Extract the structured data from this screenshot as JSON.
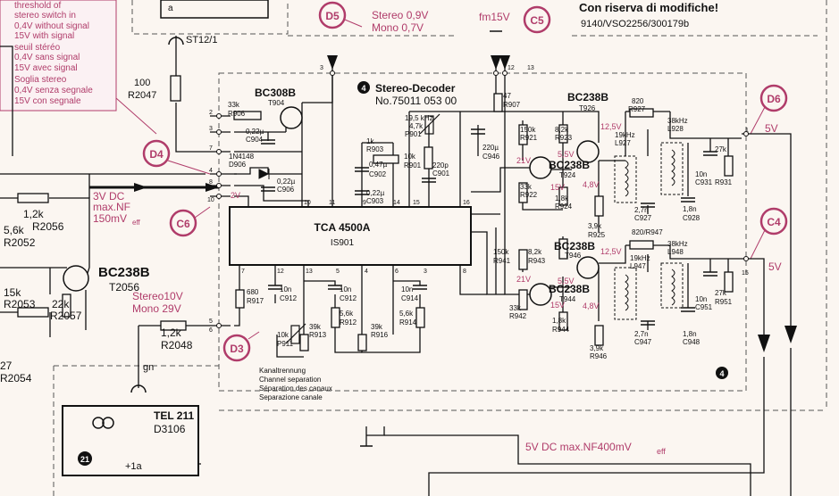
{
  "header": {
    "reserve": "Con riserva di modifiche!",
    "code": "9140/VSO2256/300179b"
  },
  "notes": {
    "line1": "threshold of",
    "line2": "stereo switch in",
    "line3": "0,4V without signal",
    "line4": "15V with signal",
    "line5": "seuil stéréo",
    "line6": "0,4V sans signal",
    "line7": "15V avec signal",
    "line8": "Soglia stereo",
    "line9": "0,4V senza segnale",
    "line10": "15V con segnale"
  },
  "markers": {
    "d5": "D5",
    "c5": "C5",
    "d4": "D4",
    "c6": "C6",
    "d3": "D3",
    "d6": "D6",
    "c4": "C4"
  },
  "annotations": {
    "stereo09": "Stereo 0,9V",
    "mono07": "Mono 0,7V",
    "fm15": "fm15V",
    "dc3v": "3V DC",
    "maxnf": "max.NF",
    "mv150": "150mV",
    "eff": "eff",
    "stereo10": "Stereo10V",
    "mono29": "Mono 29V",
    "v5a": "5V",
    "v5b": "5V",
    "bottom": "5V DC  max.NF400mV",
    "bottom_eff": "eff"
  },
  "decoder": {
    "num": "4",
    "title": "Stereo-Decoder",
    "part": "No.75011 053 00",
    "ic": "TCA 4500A",
    "ic_ref": "IS901",
    "corner": "4"
  },
  "transistors": {
    "t904": {
      "type": "BC308B",
      "ref": "T904"
    },
    "t926": {
      "type": "BC238B",
      "ref": "T926"
    },
    "t924": {
      "type": "BC238B",
      "ref": "T924"
    },
    "t946": {
      "type": "BC238B",
      "ref": "T946"
    },
    "t944": {
      "type": "BC238B",
      "ref": "T944"
    },
    "t2056": {
      "type": "BC238B",
      "ref": "T2056"
    }
  },
  "components": {
    "st12": "ST12/1",
    "r2047v": "100",
    "r2047": "R2047",
    "r906v": "33k",
    "r906": "R906",
    "c904v": "0,22µ",
    "c904": "C904",
    "d906a": "1N4148",
    "d906": "D906",
    "c906v": "0,22µ",
    "c906": "C906",
    "r2056v": "1,2k",
    "r2056": "R2056",
    "r2052v": "5,6k",
    "r2052": "R2052",
    "r2053v": "15k",
    "r2053": "R2053",
    "r2057v": "22k",
    "r2057": "R2057",
    "r2048v": "1,2k",
    "r2048": "R2048",
    "r2054v": "27",
    "r2054": "R2054",
    "gn": "gn",
    "p901f": "19,5 kHz",
    "p901v": "4,7k",
    "p901": "P901",
    "r903v": "1k",
    "r903": "R903",
    "c902v": "0,47µ",
    "c902": "C902",
    "c903v": "0,22µ",
    "c903": "C903",
    "r901v": "10k",
    "r901": "R901",
    "c901v": "220p",
    "c901": "C901",
    "r907v": "47",
    "r907": "R907",
    "c946v": "220µ",
    "c946": "C946",
    "r921v": "150k",
    "r921": "R921",
    "r923v": "8,2k",
    "r923": "R923",
    "r922v": "33k",
    "r922": "R922",
    "r924v": "1,8k",
    "r924": "R924",
    "r925v": "3,9k",
    "r925": "R925",
    "r941v": "150k",
    "r941": "R941",
    "r943v": "8,2k",
    "r943": "R943",
    "r942v": "33k",
    "r942": "R942",
    "r944v": "1,8k",
    "r944": "R944",
    "r946v": "3,9k",
    "r946": "R946",
    "r917v": "680",
    "r917": "R917",
    "c912av": "10n",
    "c912a": "C912",
    "c912bv": "10n",
    "c912b": "C912",
    "c914v": "10n",
    "c914": "C914",
    "r912v": "5,6k",
    "r912": "R912",
    "r914v": "5,6k",
    "r914": "R914",
    "r913v": "39k",
    "r913": "R913",
    "r916v": "39k",
    "r916": "R916",
    "p911v": "10k",
    "p911": "P911",
    "sep_de": "Kanaltrennung",
    "sep_en": "Channel separation",
    "sep_fr": "Séparation des canaux",
    "sep_it": "Separazione canale",
    "r927v": "820",
    "r927": "R927",
    "l927f": "19kHz",
    "l927": "L927",
    "c927v": "2,7n",
    "c927": "C927",
    "l928f": "38kHz",
    "l928": "L928",
    "c931v": "10n",
    "c931": "C931",
    "r931v": "27k",
    "r931": "R931",
    "c928v": "1,8n",
    "c928": "C928",
    "r947": "820/R947",
    "l947f": "19kHz",
    "l947": "L947",
    "c947v": "2,7n",
    "c947": "C947",
    "l948f": "38kHz",
    "l948": "L948",
    "c951v": "10n",
    "c951": "C951",
    "r951v": "27k",
    "r951": "R951",
    "c948v": "1,8n",
    "c948": "C948",
    "tel": "TEL 211",
    "d3106": "D3106",
    "plus1a": "+1a",
    "num21": "21"
  },
  "voltages": {
    "v125a": "12,5V",
    "v55a": "5,5V",
    "v21a": "21V",
    "v15a": "15V",
    "v48a": "4,8V",
    "v125b": "12,5V",
    "v55b": "5,5V",
    "v21b": "21V",
    "v15b": "15V",
    "v48b": "4,8V",
    "v2v": "2V"
  },
  "pins": {
    "p3": "3",
    "p12": "12",
    "p13": "13",
    "l2": "2",
    "l3": "3",
    "l7": "7",
    "l4": "4",
    "l8": "8",
    "l10": "10",
    "l6": "6",
    "l5": "5",
    "i11": "11",
    "i9": "9",
    "i14": "14",
    "i15": "15",
    "i16": "16",
    "i10": "10",
    "i7": "7",
    "i12": "12",
    "i13": "13",
    "i5": "5",
    "i4": "4",
    "i6": "6",
    "i3": "3",
    "i8": "8",
    "r1": "1",
    "r15": "15"
  }
}
